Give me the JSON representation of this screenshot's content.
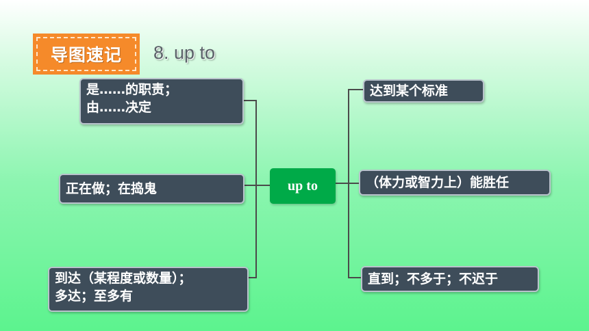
{
  "header": {
    "badge_label": "导图速记",
    "section_title": "8. up to"
  },
  "center_node": {
    "label": "up to"
  },
  "left_branches": [
    {
      "lines": [
        "是……的职责；",
        "由……决定"
      ]
    },
    {
      "lines": [
        "正在做；在捣鬼"
      ]
    },
    {
      "lines": [
        "到达（某程度或数量）；",
        "多达；至多有"
      ]
    }
  ],
  "right_branches": [
    {
      "lines": [
        "达到某个标准"
      ]
    },
    {
      "lines": [
        "（体力或智力上）能胜任"
      ]
    },
    {
      "lines": [
        "直到；不多于；不迟于"
      ]
    }
  ],
  "colors": {
    "badge": "#f58a2a",
    "center": "#00aa48",
    "node": "#3e4d5a",
    "line": "#4a4a4a"
  }
}
